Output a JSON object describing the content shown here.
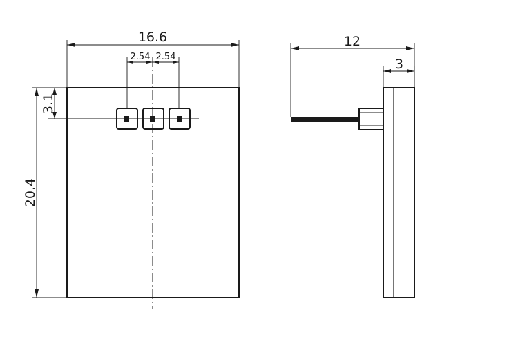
{
  "dimensions": {
    "width": "16.6",
    "pitch_left": "2.54",
    "pitch_right": "2.54",
    "top_offset": "3.1",
    "height": "20.4",
    "side_length": "12",
    "thickness": "3"
  }
}
